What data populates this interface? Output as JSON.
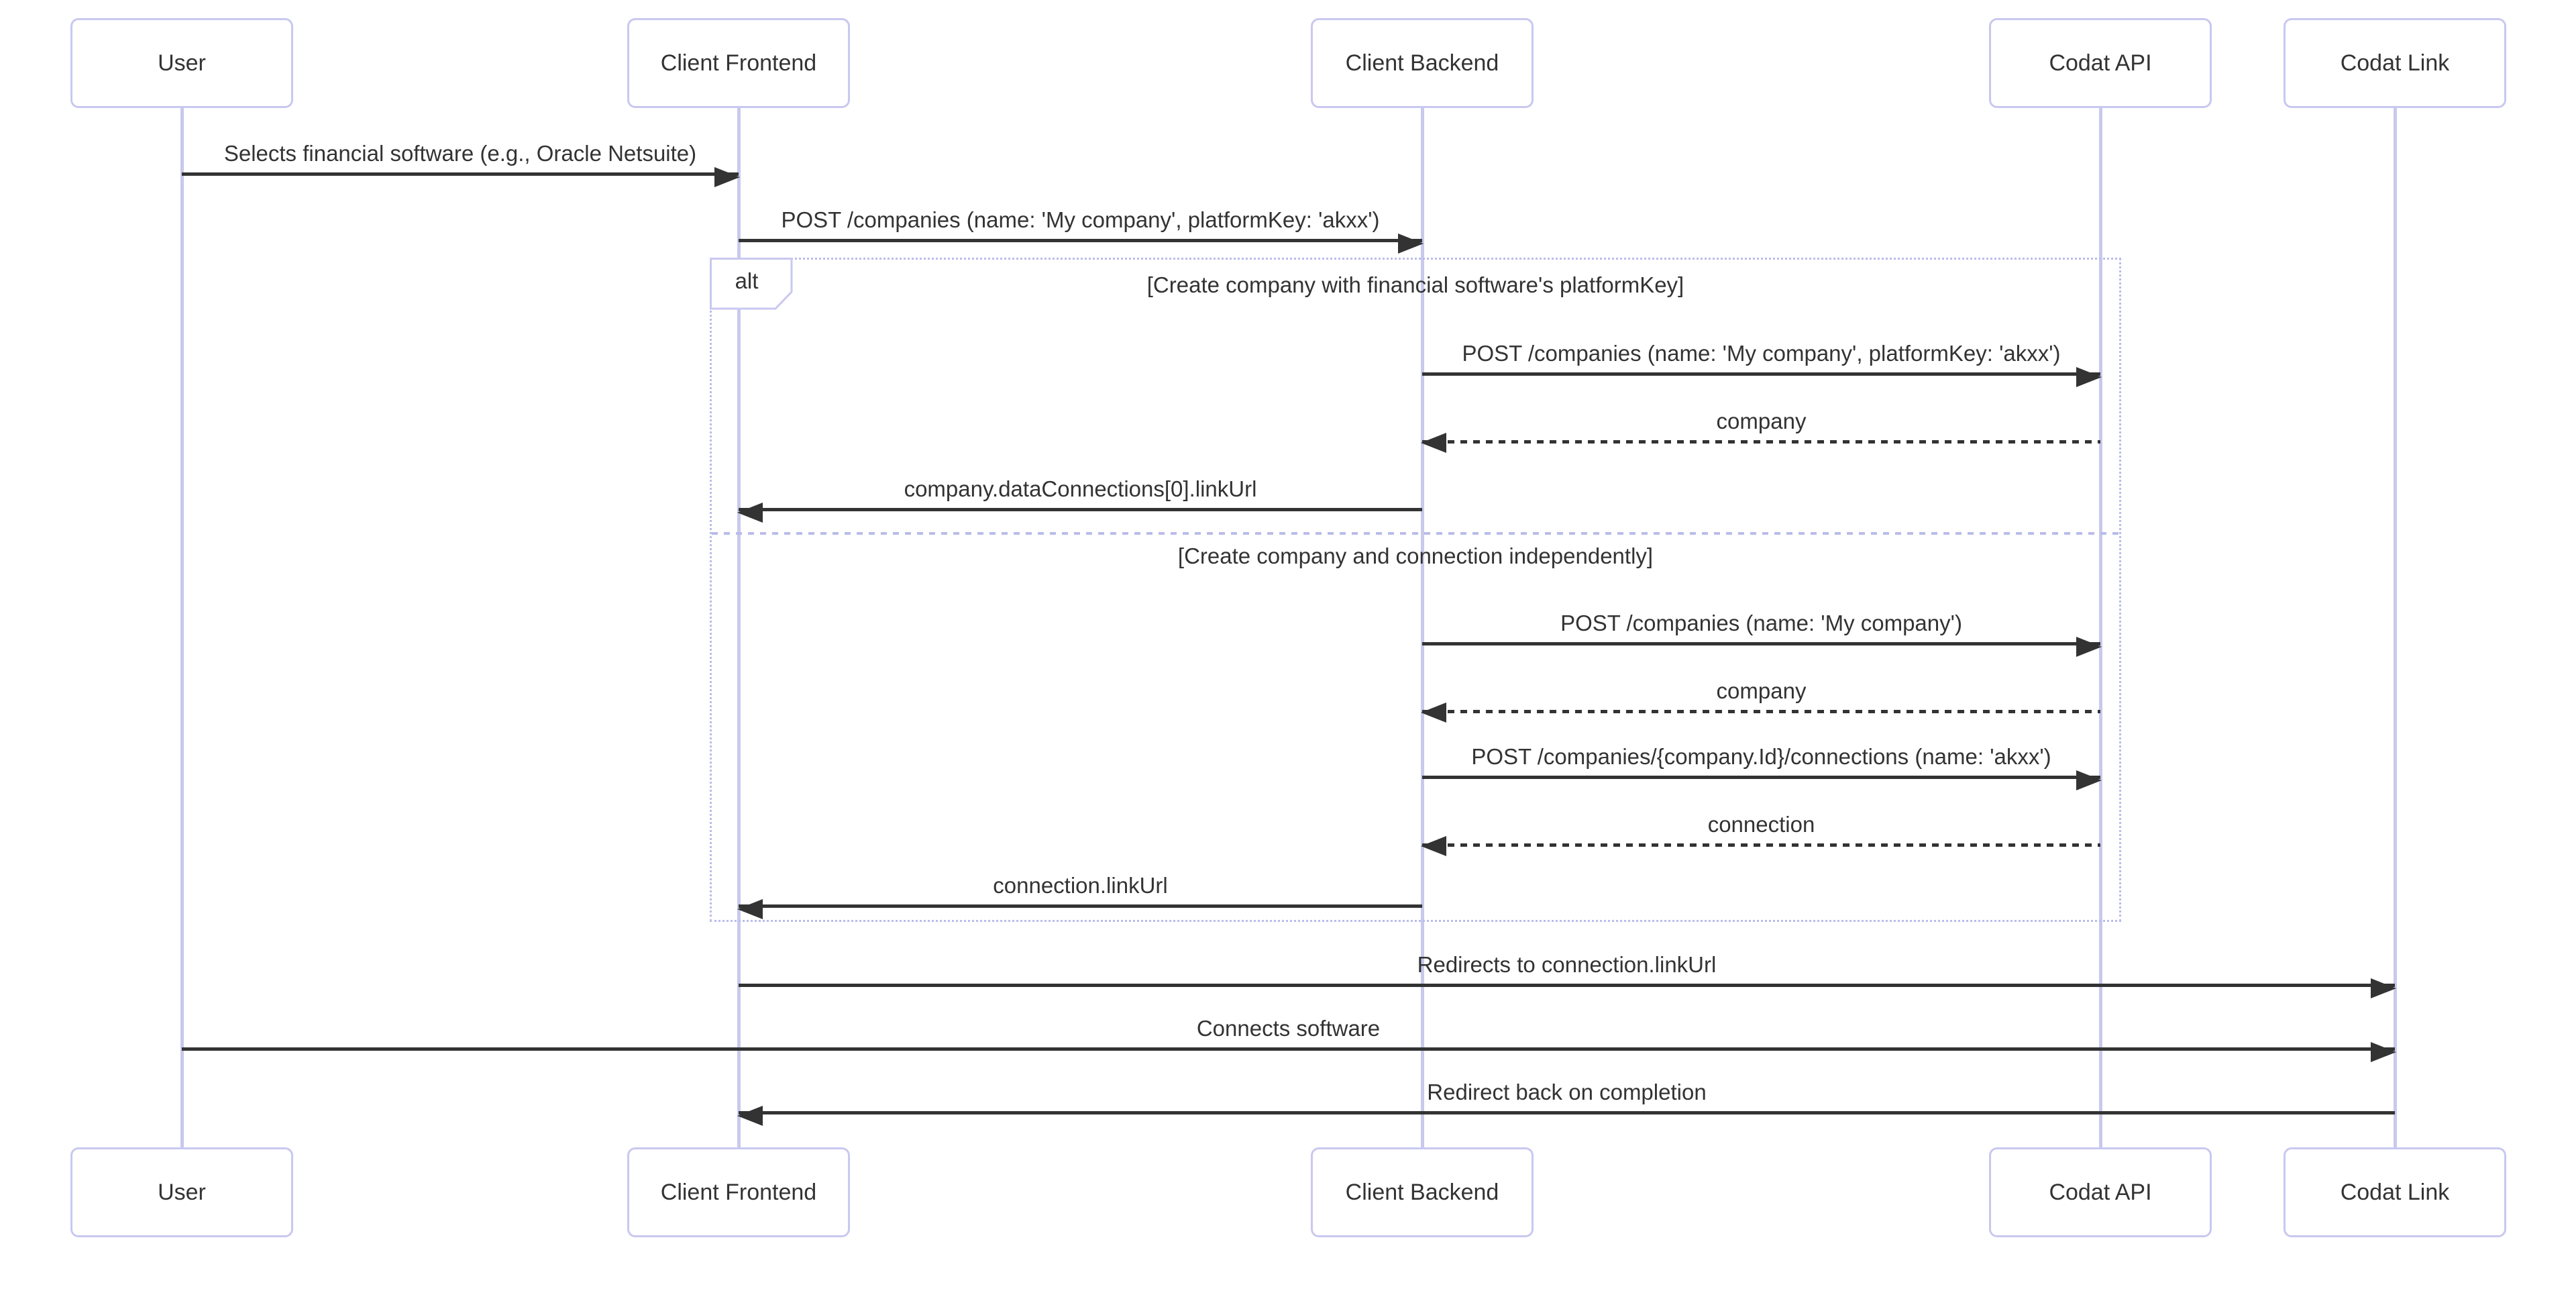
{
  "diagram": {
    "kind": "sequence-diagram",
    "background": "#ffffff",
    "colors": {
      "actor_border": "#c8c8f0",
      "actor_fill": "#ffffff",
      "lifeline": "#c9c9ec",
      "frame_border": "#b9bce9",
      "text": "#333333",
      "arrow": "#333333"
    },
    "actors": [
      {
        "id": "user",
        "label": "User"
      },
      {
        "id": "client-frontend",
        "label": "Client Frontend"
      },
      {
        "id": "client-backend",
        "label": "Client Backend"
      },
      {
        "id": "codat-api",
        "label": "Codat API"
      },
      {
        "id": "codat-link",
        "label": "Codat Link"
      }
    ],
    "alt_frame": {
      "label": "alt",
      "conditions": [
        "[Create company with financial software's platformKey]",
        "[Create company and connection independently]"
      ]
    },
    "messages": [
      {
        "from": "User",
        "to": "Client Frontend",
        "label": "Selects financial software (e.g., Oracle Netsuite)",
        "line": "solid"
      },
      {
        "from": "Client Frontend",
        "to": "Client Backend",
        "label": "POST /companies (name: 'My company', platformKey: 'akxx')",
        "line": "solid"
      },
      {
        "from": "Client Backend",
        "to": "Codat API",
        "label": "POST /companies (name: 'My company', platformKey: 'akxx')",
        "line": "solid"
      },
      {
        "from": "Codat API",
        "to": "Client Backend",
        "label": "company",
        "line": "dashed"
      },
      {
        "from": "Client Backend",
        "to": "Client Frontend",
        "label": "company.dataConnections[0].linkUrl",
        "line": "solid"
      },
      {
        "from": "Client Backend",
        "to": "Codat API",
        "label": "POST /companies (name: 'My company')",
        "line": "solid"
      },
      {
        "from": "Codat API",
        "to": "Client Backend",
        "label": "company",
        "line": "dashed"
      },
      {
        "from": "Client Backend",
        "to": "Codat API",
        "label": "POST /companies/{company.Id}/connections (name: 'akxx')",
        "line": "solid"
      },
      {
        "from": "Codat API",
        "to": "Client Backend",
        "label": "connection",
        "line": "dashed"
      },
      {
        "from": "Client Backend",
        "to": "Client Frontend",
        "label": "connection.linkUrl",
        "line": "solid"
      },
      {
        "from": "Client Frontend",
        "to": "Codat Link",
        "label": "Redirects to connection.linkUrl",
        "line": "solid"
      },
      {
        "from": "User",
        "to": "Codat Link",
        "label": "Connects software",
        "line": "solid"
      },
      {
        "from": "Codat Link",
        "to": "Client Frontend",
        "label": "Redirect back on completion",
        "line": "solid"
      }
    ]
  }
}
